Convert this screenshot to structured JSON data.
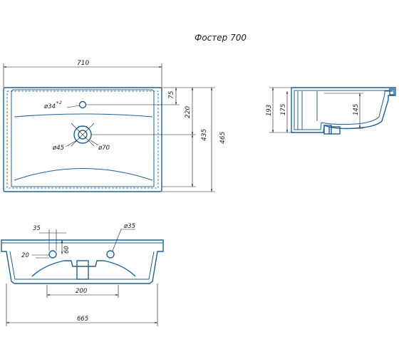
{
  "title": "Фостер 700",
  "top_view": {
    "width_label": "710",
    "hole_diameter": "ø34",
    "hole_tolerance": "+2",
    "drain_outer_diameter": "ø45",
    "drain_inner_diameter": "ø70",
    "dim_75": "75",
    "dim_220": "220",
    "dim_435": "435",
    "dim_465": "465"
  },
  "side_view": {
    "dim_193": "193",
    "dim_175": "175",
    "dim_145": "145"
  },
  "front_view": {
    "dim_35": "35",
    "dim_20": "20",
    "dim_60": "60",
    "hole_diameter": "ø35",
    "dim_200": "200",
    "dim_665": "665"
  },
  "colors": {
    "outline": "#1f5f94",
    "dimension": "#1a1a1a",
    "background": "#ffffff"
  }
}
